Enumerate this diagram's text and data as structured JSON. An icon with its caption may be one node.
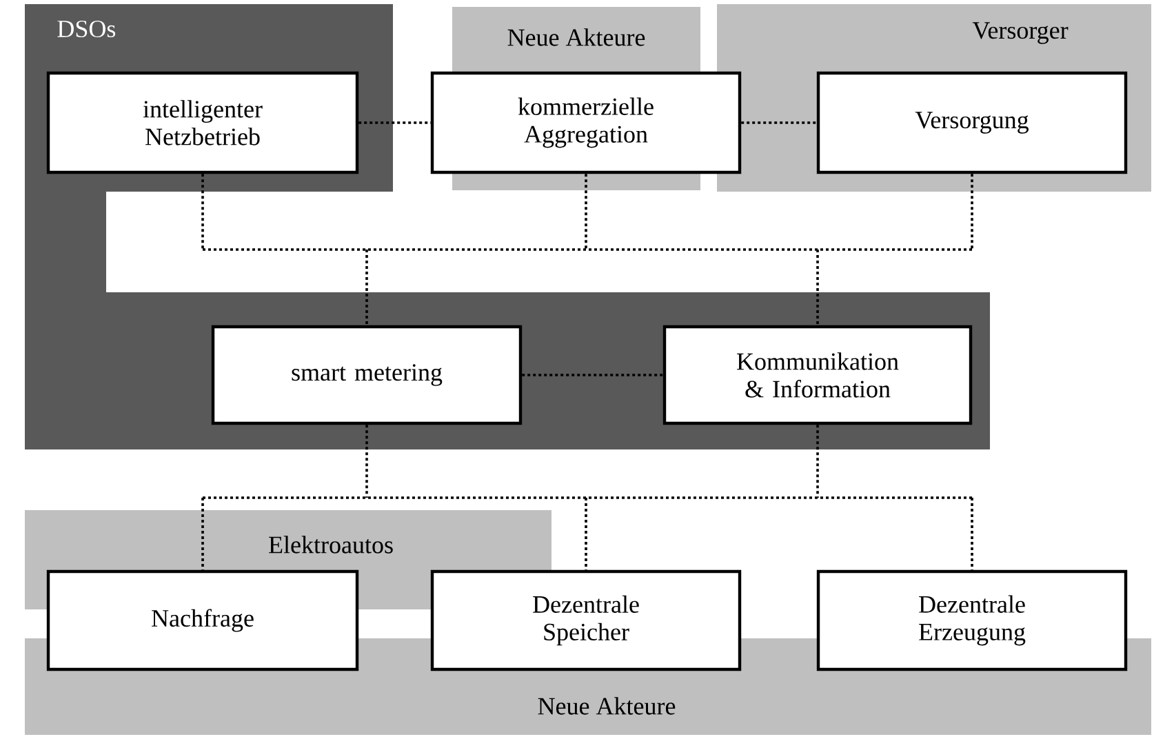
{
  "diagram": {
    "nodes": [
      {
        "text": [
          "DSOs"
        ]
      },
      {
        "text": [
          "intelligenter Netzbetrieb"
        ],
        "in": 0
      },
      {
        "text": [
          "Neue Akteure"
        ]
      },
      {
        "text": [
          "kommerzielle Aggregation"
        ]
      },
      {
        "text": [
          "Versorger"
        ]
      },
      {
        "text": [
          "Versorgung"
        ],
        "in": 4
      },
      {
        "text": [
          "smart metering"
        ],
        "in": 0
      },
      {
        "text": [
          "Kommunikation & Information"
        ],
        "in": 0
      },
      {
        "text": [
          "Elektroautos"
        ]
      },
      {
        "text": [
          "Nachfrage"
        ]
      },
      {
        "text": [
          "Dezentrale Speicher"
        ]
      },
      {
        "text": [
          "Dezentrale Erzeugung"
        ]
      },
      {
        "text": [
          "Neue Akteure"
        ]
      }
    ],
    "edges": [
      {
        "from": 1,
        "to": 3,
        "arrow": "none"
      },
      {
        "from": 3,
        "to": 5,
        "arrow": "none"
      },
      {
        "from": 1,
        "to": 6,
        "arrow": "none"
      },
      {
        "from": 3,
        "to": 6,
        "arrow": "none"
      },
      {
        "from": 5,
        "to": 6,
        "arrow": "none"
      },
      {
        "from": 1,
        "to": 7,
        "arrow": "none"
      },
      {
        "from": 3,
        "to": 7,
        "arrow": "none"
      },
      {
        "from": 5,
        "to": 7,
        "arrow": "none"
      },
      {
        "from": 6,
        "to": 7,
        "arrow": "none"
      },
      {
        "from": 6,
        "to": 9,
        "arrow": "none"
      },
      {
        "from": 6,
        "to": 10,
        "arrow": "none"
      },
      {
        "from": 6,
        "to": 11,
        "arrow": "none"
      },
      {
        "from": 7,
        "to": 9,
        "arrow": "none"
      },
      {
        "from": 7,
        "to": 10,
        "arrow": "none"
      },
      {
        "from": 7,
        "to": 11,
        "arrow": "none"
      }
    ]
  }
}
